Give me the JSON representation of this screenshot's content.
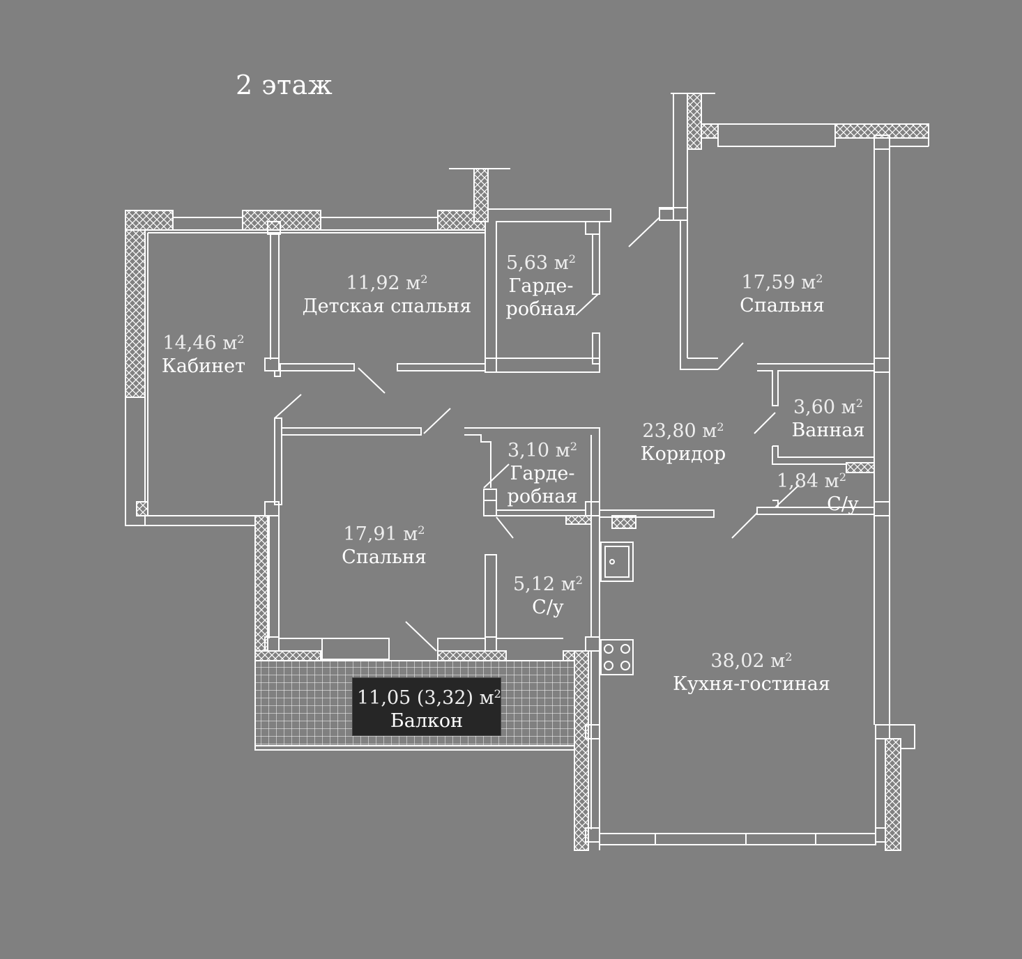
{
  "floor_title": "2 этаж",
  "rooms": {
    "kabinet": {
      "area": "14,46 м",
      "name": "Кабинет"
    },
    "kids": {
      "area": "11,92 м",
      "name": "Детская спальня"
    },
    "wardrobe1": {
      "area": "5,63 м",
      "name": "Гарде-",
      "name2": "робная"
    },
    "bedroom1": {
      "area": "17,59 м",
      "name": "Спальня"
    },
    "bath": {
      "area": "3,60 м",
      "name": "Ванная"
    },
    "corridor": {
      "area": "23,80 м",
      "name": "Коридор"
    },
    "wardrobe2": {
      "area": "3,10 м",
      "name": "Гарде-",
      "name2": "робная"
    },
    "wc_small": {
      "area": "1,84 м",
      "name": "С/у"
    },
    "bedroom2": {
      "area": "17,91 м",
      "name": "Спальня"
    },
    "wc": {
      "area": "5,12 м",
      "name": "С/у"
    },
    "kitchen": {
      "area": "38,02 м",
      "name": "Кухня-гостиная"
    },
    "balcony": {
      "area": "11,05 (3,32) м",
      "name": "Балкон"
    }
  },
  "area_unit_power": "2",
  "colors": {
    "background": "#808080",
    "lines": "#ffffff",
    "label_box": "#262626"
  }
}
